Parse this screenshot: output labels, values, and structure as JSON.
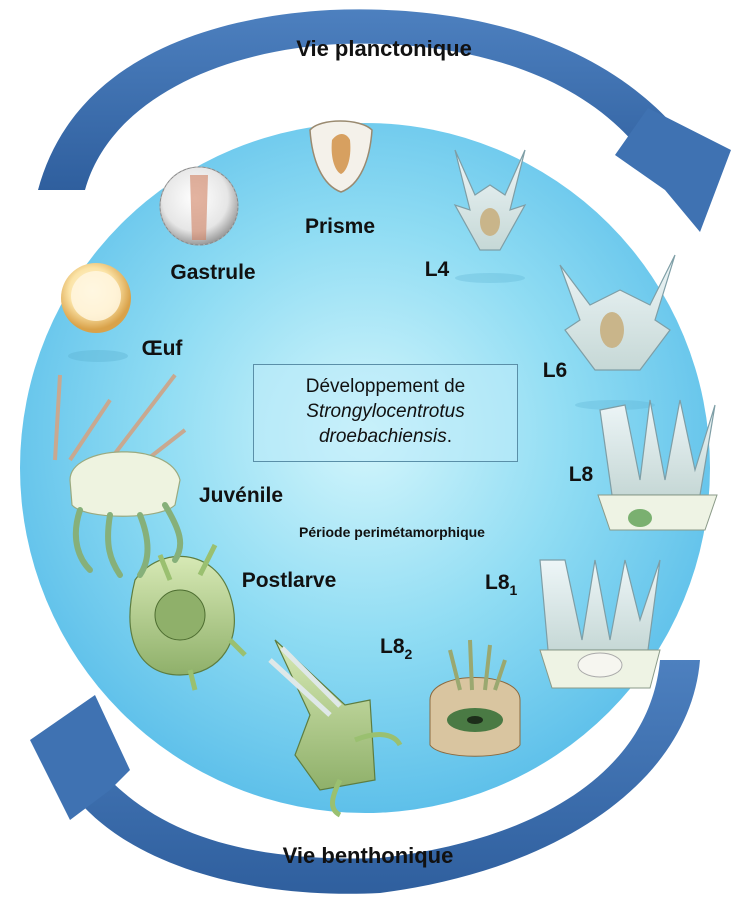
{
  "top_label": "Vie planctonique",
  "bottom_label": "Vie benthonique",
  "center_box": {
    "line1": "Développement de",
    "line2": "Strongylocentrotus",
    "line3": "droebachiensis",
    "line3_suffix": "."
  },
  "stages": {
    "prisme": "Prisme",
    "gastrule": "Gastrule",
    "oeuf": "Œuf",
    "l4": "L4",
    "l6": "L6",
    "l8": "L8",
    "l8_1": "L8",
    "l8_1_sub": "1",
    "l8_2": "L8",
    "l8_2_sub": "2",
    "juvenile": "Juvénile",
    "postlarve": "Postlarve",
    "periode": "Période perimétamorphique"
  },
  "colors": {
    "circle_center": "#cdf3fb",
    "circle_mid": "#7ed8f2",
    "circle_edge": "#5dc1ea",
    "arrow": "#3f72b2"
  }
}
